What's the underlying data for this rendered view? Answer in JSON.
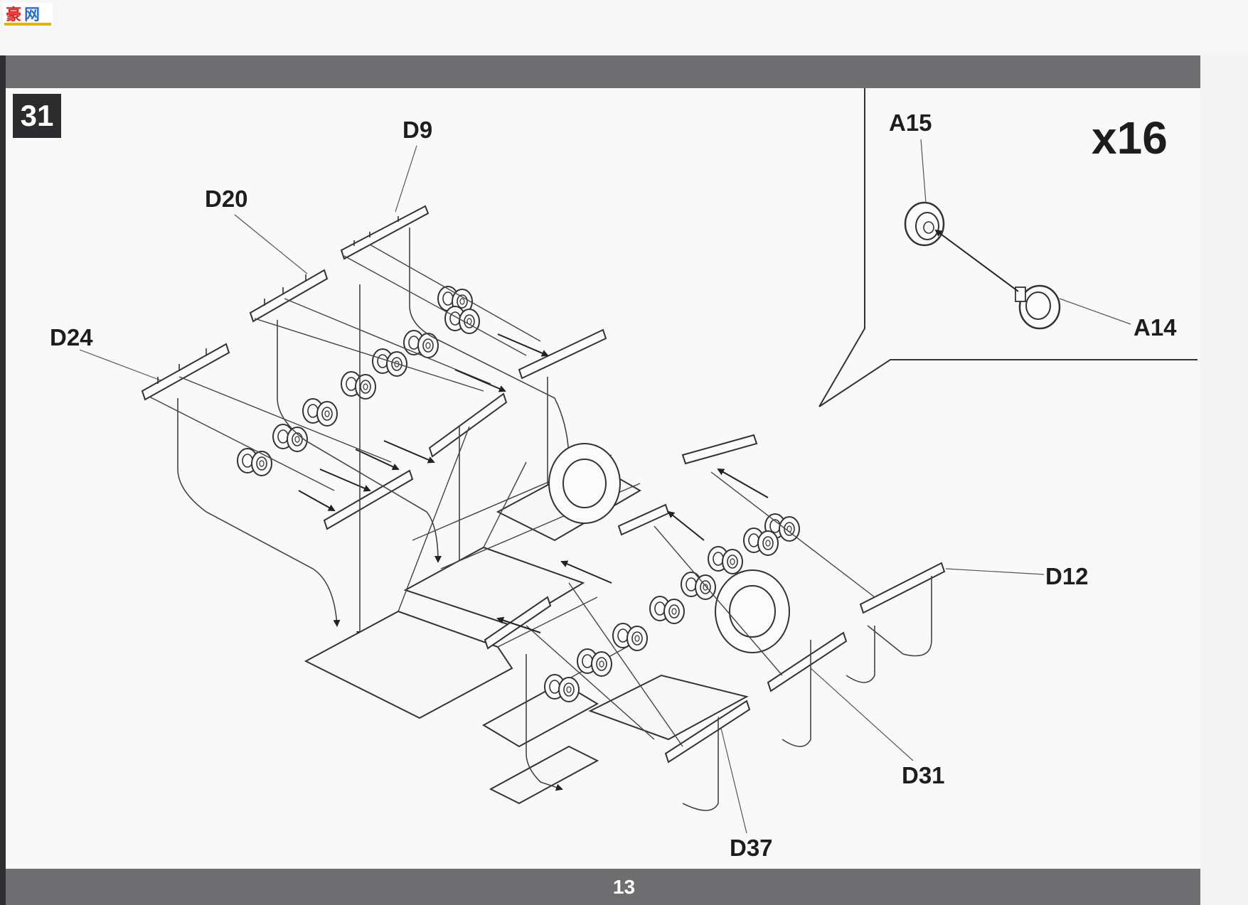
{
  "header": {
    "logo_text": "豪网",
    "step_number": "31",
    "quantity": "x16"
  },
  "parts": {
    "d9": "D9",
    "d20": "D20",
    "d24": "D24",
    "d12": "D12",
    "d31": "D31",
    "d37": "D37",
    "a15": "A15",
    "a14": "A14"
  },
  "footer": {
    "page_number": "13"
  },
  "colors": {
    "band": "#6e6e70",
    "step_box": "#2c2c2e",
    "line_art": "#333333",
    "paper": "#f9f9fa"
  }
}
